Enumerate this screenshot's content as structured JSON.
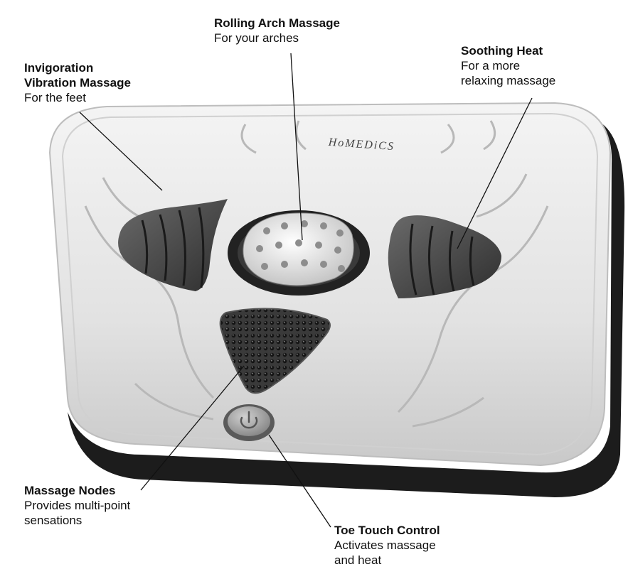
{
  "brand": {
    "logo_text": "HoMEDiCS"
  },
  "callouts": {
    "rolling_arch": {
      "title": "Rolling Arch Massage",
      "desc": "For your arches"
    },
    "invigoration": {
      "title": "Invigoration\nVibration Massage",
      "desc": "For the feet"
    },
    "soothing_heat": {
      "title": "Soothing Heat",
      "desc": "For a more\nrelaxing massage"
    },
    "massage_nodes": {
      "title": "Massage Nodes",
      "desc": "Provides multi-point\nsensations"
    },
    "toe_touch": {
      "title": "Toe Touch Control",
      "desc": "Activates massage\nand heat"
    }
  }
}
